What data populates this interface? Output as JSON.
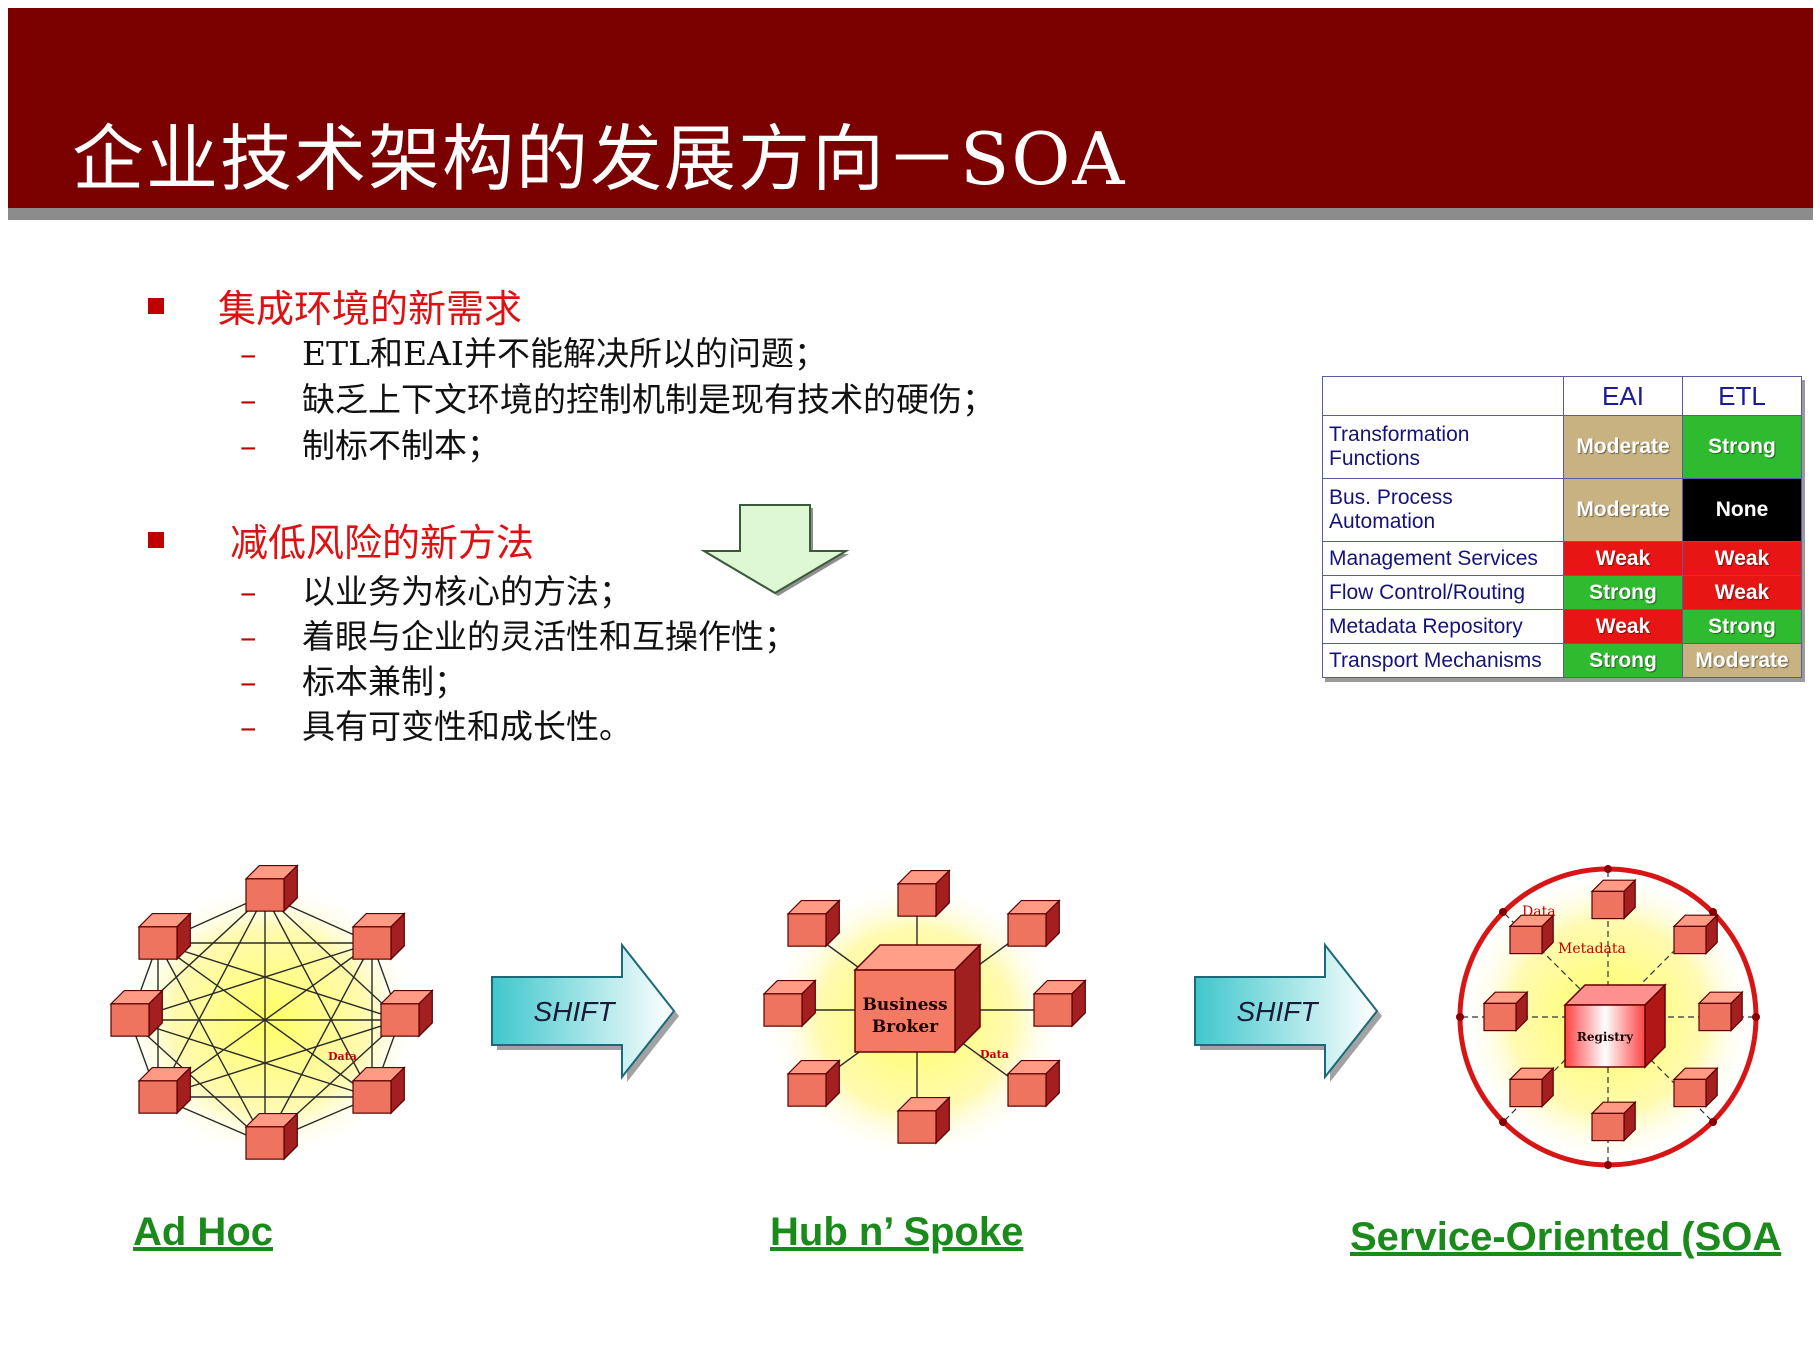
{
  "header": {
    "title": "企业技术架构的发展方向－SOA"
  },
  "sections": [
    {
      "title": "集成环境的新需求",
      "items": [
        "ETL和EAI并不能解决所以的问题；",
        "缺乏上下文环境的控制机制是现有技术的硬伤；",
        "制标不制本；"
      ]
    },
    {
      "title": "减低风险的新方法",
      "items": [
        "以业务为核心的方法；",
        "着眼与企业的灵活性和互操作性；",
        "标本兼制；",
        "具有可变性和成长性。"
      ]
    }
  ],
  "item_dash": "–",
  "table": {
    "columns": [
      "EAI",
      "ETL"
    ],
    "rows": [
      {
        "label": "Transformation Functions",
        "eai": "Moderate",
        "etl": "Strong"
      },
      {
        "label": "Bus. Process Automation",
        "eai": "Moderate",
        "etl": "None"
      },
      {
        "label": "Management Services",
        "eai": "Weak",
        "etl": "Weak"
      },
      {
        "label": "Flow Control/Routing",
        "eai": "Strong",
        "etl": "Weak"
      },
      {
        "label": "Metadata Repository",
        "eai": "Weak",
        "etl": "Strong"
      },
      {
        "label": "Transport Mechanisms",
        "eai": "Strong",
        "etl": "Moderate"
      }
    ],
    "rating_colors": {
      "Strong": "#2fbb2f",
      "Moderate": "#c8b282",
      "Weak": "#e81515",
      "None": "#000000"
    }
  },
  "diagrams": {
    "adhoc": {
      "label": "Ad Hoc",
      "data_tag": "Data"
    },
    "shift1": {
      "label": "SHIFT"
    },
    "hub": {
      "label": "Hub n’ Spoke",
      "center_line1": "Business",
      "center_line2": "Broker",
      "data_tag": "Data"
    },
    "shift2": {
      "label": "SHIFT"
    },
    "soa": {
      "label": "Service-Oriented (SOA",
      "data_tag": "Data",
      "metadata_tag": "Metadata",
      "center": "Registry"
    }
  },
  "colors": {
    "header": "#7b0000",
    "accent_red": "#c00000",
    "label_green": "#1a8a1a"
  }
}
